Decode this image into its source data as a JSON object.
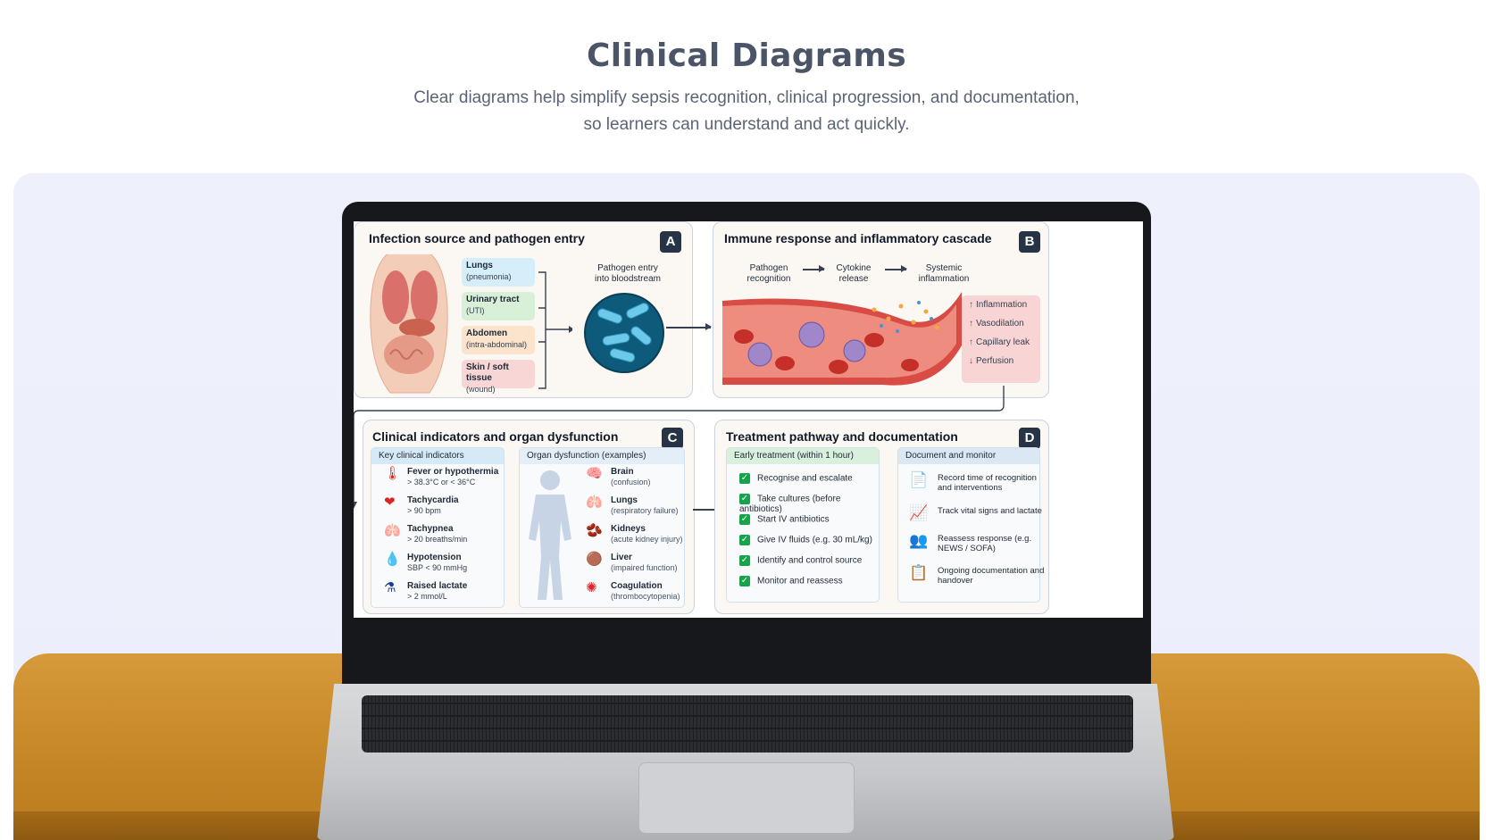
{
  "header": {
    "title": "Clinical Diagrams",
    "subtitle_line1": "Clear diagrams help simplify sepsis recognition, clinical progression, and documentation,",
    "subtitle_line2": "so learners can understand and act quickly."
  },
  "panel_a": {
    "title": "Infection source and pathogen entry",
    "badge": "A",
    "sources": [
      {
        "name": "Lungs",
        "detail": "(pneumonia)",
        "color": "#d6eefa"
      },
      {
        "name": "Urinary tract",
        "detail": "(UTI)",
        "color": "#d9f0d8"
      },
      {
        "name": "Abdomen",
        "detail": "(intra-abdominal)",
        "color": "#fbe3cc"
      },
      {
        "name": "Skin / soft tissue",
        "detail": "(wound)",
        "color": "#f9d6d6"
      }
    ],
    "entry_label_1": "Pathogen entry",
    "entry_label_2": "into bloodstream"
  },
  "panel_b": {
    "title": "Immune response and inflammatory cascade",
    "badge": "B",
    "steps": [
      {
        "l1": "Pathogen",
        "l2": "recognition"
      },
      {
        "l1": "Cytokine",
        "l2": "release"
      },
      {
        "l1": "Systemic",
        "l2": "inflammation"
      }
    ],
    "effects": [
      {
        "dir": "↑",
        "label": "Inflammation"
      },
      {
        "dir": "↑",
        "label": "Vasodilation"
      },
      {
        "dir": "↑",
        "label": "Capillary leak"
      },
      {
        "dir": "↓",
        "label": "Perfusion"
      }
    ]
  },
  "panel_c": {
    "title": "Clinical indicators and organ dysfunction",
    "badge": "C",
    "indicators_header": "Key clinical indicators",
    "indicators": [
      {
        "icon": "🌡",
        "icon_name": "thermometer-icon",
        "name": "Fever or hypothermia",
        "value": "> 38.3°C or < 36°C"
      },
      {
        "icon": "❤",
        "icon_name": "heart-rate-icon",
        "name": "Tachycardia",
        "value": "> 90 bpm"
      },
      {
        "icon": "🫁",
        "icon_name": "lungs-icon",
        "name": "Tachypnea",
        "value": "> 20 breaths/min"
      },
      {
        "icon": "💧",
        "icon_name": "blood-drop-icon",
        "name": "Hypotension",
        "value": "SBP < 90 mmHg"
      },
      {
        "icon": "⚗",
        "icon_name": "flask-icon",
        "name": "Raised lactate",
        "value": "> 2 mmol/L"
      }
    ],
    "organs_header": "Organ dysfunction (examples)",
    "organs": [
      {
        "icon": "🧠",
        "icon_name": "brain-icon",
        "name": "Brain",
        "detail": "(confusion)"
      },
      {
        "icon": "🫁",
        "icon_name": "lungs-icon",
        "name": "Lungs",
        "detail": "(respiratory failure)"
      },
      {
        "icon": "🫘",
        "icon_name": "kidneys-icon",
        "name": "Kidneys",
        "detail": "(acute kidney injury)"
      },
      {
        "icon": "🟤",
        "icon_name": "liver-icon",
        "name": "Liver",
        "detail": "(impaired function)"
      },
      {
        "icon": "✺",
        "icon_name": "coagulation-icon",
        "name": "Coagulation",
        "detail": "(thrombocytopenia)"
      }
    ]
  },
  "panel_d": {
    "title": "Treatment pathway and documentation",
    "badge": "D",
    "treatment_header": "Early treatment (within 1 hour)",
    "treatment_steps": [
      "Recognise and escalate",
      "Take cultures (before antibiotics)",
      "Start IV antibiotics",
      "Give IV fluids (e.g. 30 mL/kg)",
      "Identify and control source",
      "Monitor and reassess"
    ],
    "document_header": "Document and monitor",
    "document_items": [
      {
        "icon": "📄",
        "icon_name": "document-icon",
        "text": "Record time of recognition and interventions"
      },
      {
        "icon": "📈",
        "icon_name": "trend-chart-icon",
        "text": "Track vital signs and lactate"
      },
      {
        "icon": "👥",
        "icon_name": "team-icon",
        "text": "Reassess response (e.g. NEWS / SOFA)"
      },
      {
        "icon": "📋",
        "icon_name": "checklist-icon",
        "text": "Ongoing documentation and handover"
      }
    ]
  },
  "colors": {
    "stage_bg": "#eef0fb",
    "desk": "#d69a3a",
    "badge": "#263446",
    "check": "#16a34a",
    "effects_bg": "#f9d4d4"
  }
}
